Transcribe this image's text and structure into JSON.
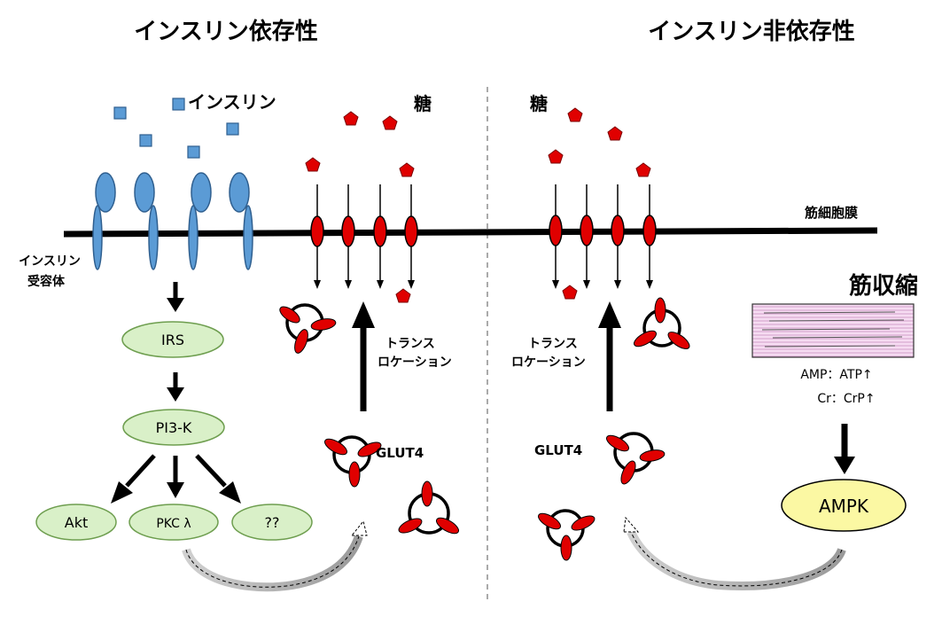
{
  "left_title": "インスリン依存性",
  "right_title": "インスリン非依存性",
  "insulin_label": "インスリン",
  "sugar_label_left": "糖",
  "sugar_label_right": "糖",
  "membrane_label": "筋細胞膜",
  "receptor_label": [
    "インスリン",
    "受容体"
  ],
  "signal_nodes": {
    "irs": "IRS",
    "pi3k": "PI3-K",
    "akt": "Akt",
    "pkc": "PKC λ",
    "unknown": "??"
  },
  "translocation_label_left": [
    "トランス",
    "ロケーション"
  ],
  "translocation_label_right": [
    "トランス",
    "ロケーション"
  ],
  "glut4_label_left": "GLUT4",
  "glut4_label_right": "GLUT4",
  "contraction_label": "筋収縮",
  "ratio_lines": [
    "AMP：ATP↑",
    "Cr：CrP↑"
  ],
  "ampk_label": "AMPK",
  "colors": {
    "insulin": "#5b9bd5",
    "receptor": "#5b9bd5",
    "sugar": "#e00000",
    "glut4": "#e00000",
    "node_fill": "#d9f0c8",
    "node_stroke": "#6e9e4f",
    "ampk_fill": "#fbf8a3",
    "muscle_fill": "#f2d6ee"
  },
  "icons": [
    "insulin-square-icon",
    "sugar-pentagon-icon",
    "glut4-vesicle-icon",
    "glut4-channel-icon",
    "receptor-icon"
  ]
}
